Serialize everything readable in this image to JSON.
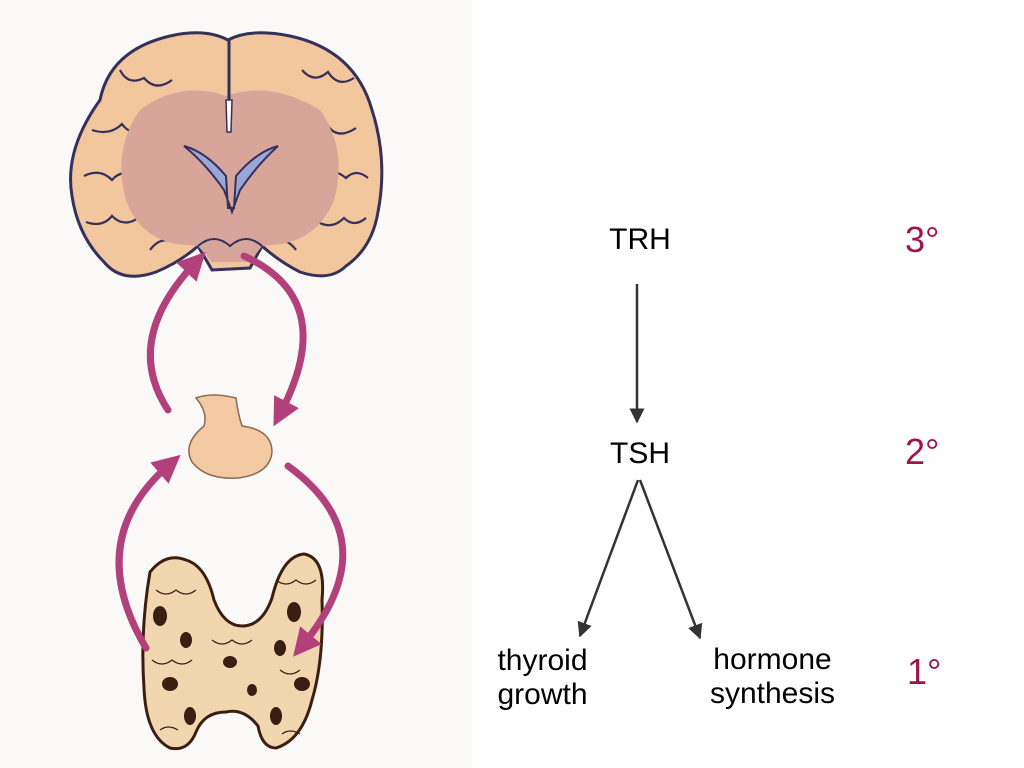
{
  "diagram": {
    "nodes": {
      "trh": "TRH",
      "tsh": "TSH",
      "thyroid_growth": [
        "thyroid",
        "growth"
      ],
      "hormone_synthesis": [
        "hormone",
        "synthesis"
      ]
    },
    "levels": {
      "tertiary": "3°",
      "secondary": "2°",
      "primary": "1°"
    },
    "edges": [
      {
        "from": "TRH",
        "to": "TSH"
      },
      {
        "from": "TSH",
        "to": "thyroid growth"
      },
      {
        "from": "TSH",
        "to": "hormone synthesis"
      }
    ]
  },
  "illustration": {
    "organs": [
      "brain-hypothalamus",
      "pituitary",
      "thyroid"
    ],
    "colors": {
      "tissue": "#f2c79d",
      "brain_core": "#d8a59a",
      "ventricle": "#9aa6d6",
      "outline": "#35305c",
      "feedback_arrow": "#b2407a",
      "gland": "#f3caa4",
      "thyroid": "#f2d6b0",
      "thyroid_shadow": "#3a1e12",
      "level_text": "#a0144e",
      "flow_arrow": "#333333"
    }
  }
}
